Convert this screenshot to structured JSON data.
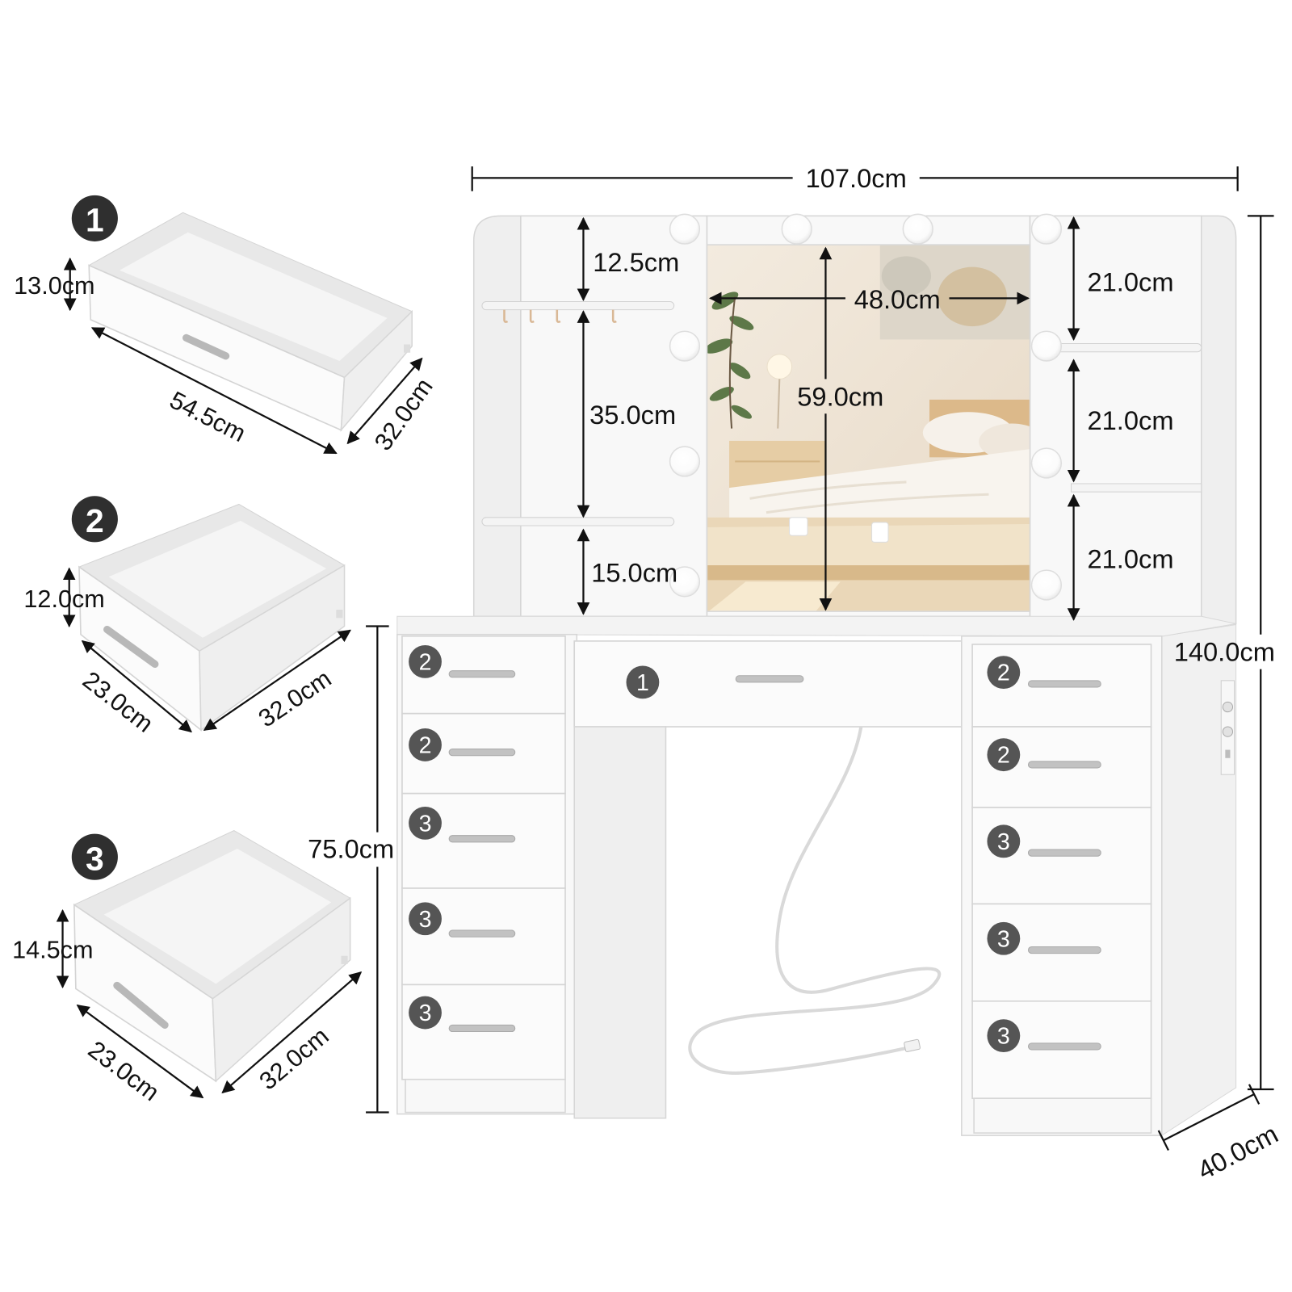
{
  "detail_drawers": [
    {
      "badge": "1",
      "height": "13.0cm",
      "width": "54.5cm",
      "depth": "32.0cm"
    },
    {
      "badge": "2",
      "height": "12.0cm",
      "width": "23.0cm",
      "depth": "32.0cm"
    },
    {
      "badge": "3",
      "height": "14.5cm",
      "width": "23.0cm",
      "depth": "32.0cm"
    }
  ],
  "overall": {
    "width": "107.0cm",
    "height": "140.0cm",
    "desk_height": "75.0cm",
    "depth": "40.0cm"
  },
  "hutch_left": {
    "top_gap": "12.5cm",
    "middle_gap": "35.0cm",
    "bottom_gap": "15.0cm"
  },
  "mirror": {
    "width": "48.0cm",
    "height": "59.0cm"
  },
  "hutch_right": {
    "shelf_heights": [
      "21.0cm",
      "21.0cm",
      "21.0cm"
    ]
  },
  "desk": {
    "left_column_badges": [
      "2",
      "2",
      "3",
      "3",
      "3"
    ],
    "center_badge": "1",
    "right_column_badges": [
      "2",
      "2",
      "3",
      "3",
      "3"
    ]
  },
  "colors": {
    "badge_dark": "#2f2f2f",
    "badge": "#555555",
    "arrow": "#111111",
    "furniture": "#f8f8f8"
  }
}
